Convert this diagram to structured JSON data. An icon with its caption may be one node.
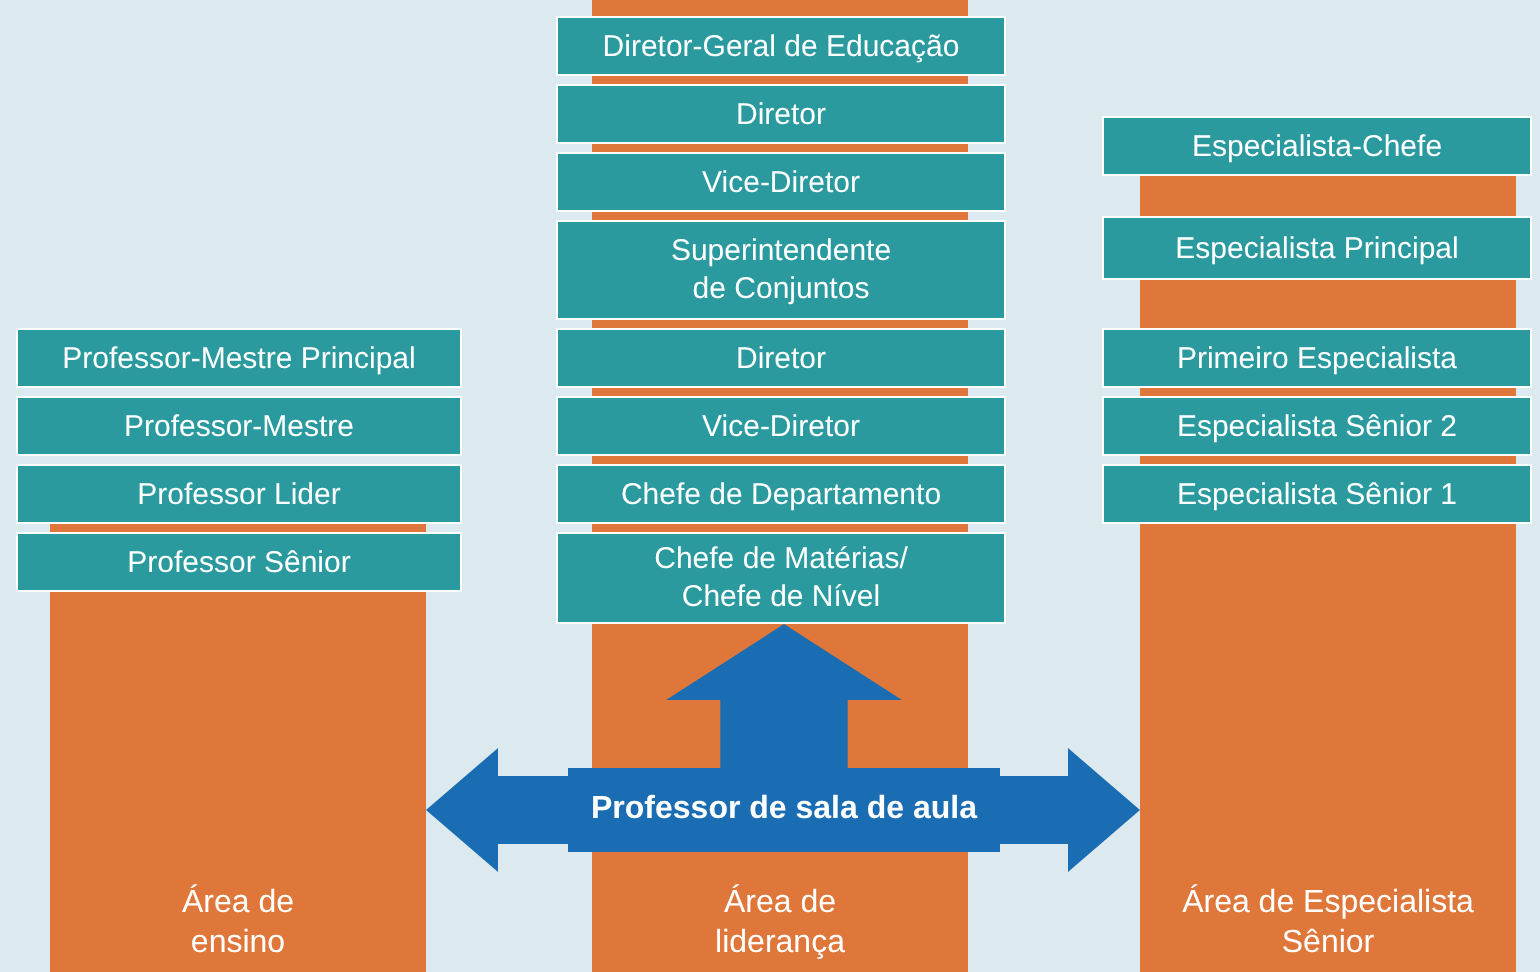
{
  "diagram": {
    "nodes": [
      {
        "text": [
          "Área de ensino"
        ]
      },
      {
        "text": [
          "Professor-Mestre Principal"
        ]
      },
      {
        "text": [
          "Professor-Mestre"
        ]
      },
      {
        "text": [
          "Professor Lider"
        ]
      },
      {
        "text": [
          "Professor Sênior"
        ]
      },
      {
        "text": [
          "Área de liderança"
        ]
      },
      {
        "text": [
          "Diretor-Geral de Educação"
        ]
      },
      {
        "text": [
          "Diretor"
        ]
      },
      {
        "text": [
          "Vice-Diretor"
        ]
      },
      {
        "text": [
          "Superintendente de Conjuntos"
        ]
      },
      {
        "text": [
          "Diretor"
        ]
      },
      {
        "text": [
          "Vice-Diretor"
        ]
      },
      {
        "text": [
          "Chefe de Departamento"
        ]
      },
      {
        "text": [
          "Chefe de Matérias/ Chefe de Nível"
        ]
      },
      {
        "text": [
          "Área de Especialista Sênior"
        ]
      },
      {
        "text": [
          "Especialista-Chefe"
        ]
      },
      {
        "text": [
          "Especialista Principal"
        ]
      },
      {
        "text": [
          "Primeiro Especialista"
        ]
      },
      {
        "text": [
          "Especialista Sênior 2"
        ]
      },
      {
        "text": [
          "Especialista Sênior 1"
        ]
      },
      {
        "text": [
          "Professor de sala de aula"
        ]
      }
    ],
    "edges": [
      {
        "from": 20,
        "to": 0,
        "arrow": "to"
      },
      {
        "from": 20,
        "to": 13,
        "arrow": "to",
        "style": "thick"
      },
      {
        "from": 20,
        "to": 14,
        "arrow": "to"
      }
    ]
  }
}
